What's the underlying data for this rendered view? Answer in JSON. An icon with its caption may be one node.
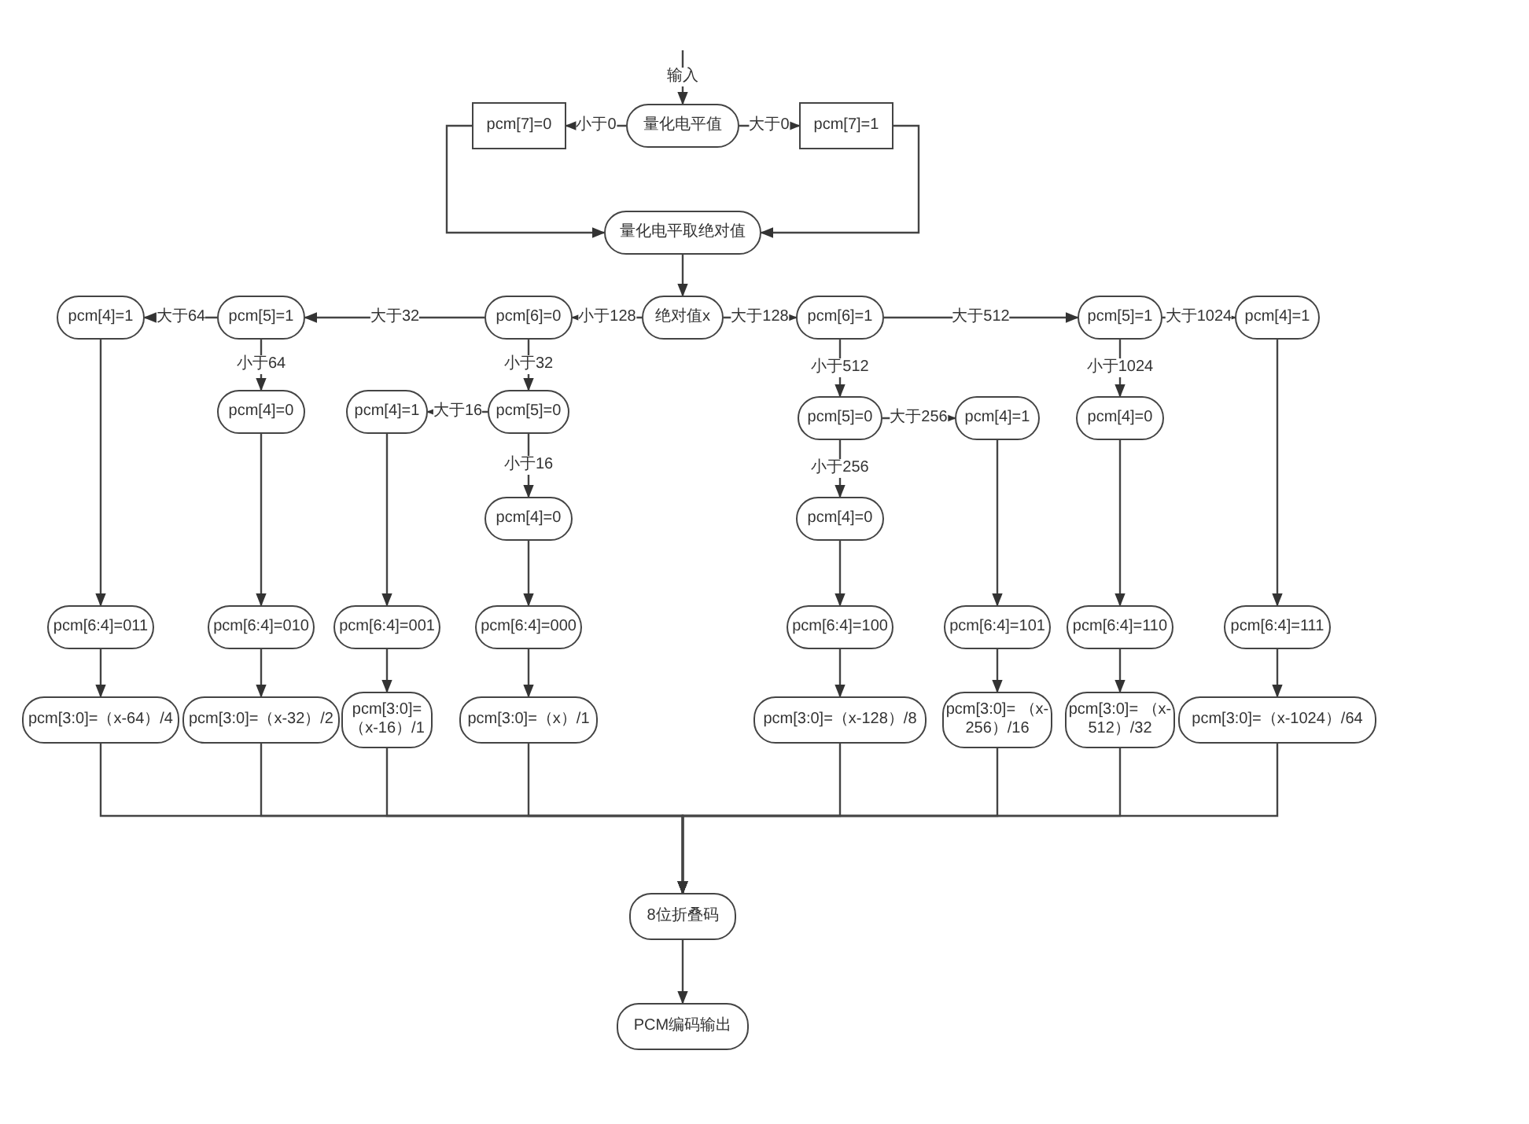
{
  "diagram": {
    "nodes": [
      {
        "text": [
          "量化电平值"
        ]
      },
      {
        "text": [
          "pcm[7]=0"
        ]
      },
      {
        "text": [
          "pcm[7]=1"
        ]
      },
      {
        "text": [
          "量化电平取绝对值"
        ]
      },
      {
        "text": [
          "pcm[4]=1"
        ]
      },
      {
        "text": [
          "pcm[5]=1"
        ]
      },
      {
        "text": [
          "pcm[6]=0"
        ]
      },
      {
        "text": [
          "绝对值x"
        ]
      },
      {
        "text": [
          "pcm[6]=1"
        ]
      },
      {
        "text": [
          "pcm[5]=1"
        ]
      },
      {
        "text": [
          "pcm[4]=1"
        ]
      },
      {
        "text": [
          "pcm[4]=0"
        ]
      },
      {
        "text": [
          "pcm[4]=1"
        ]
      },
      {
        "text": [
          "pcm[5]=0"
        ]
      },
      {
        "text": [
          "pcm[5]=0"
        ]
      },
      {
        "text": [
          "pcm[4]=1"
        ]
      },
      {
        "text": [
          "pcm[4]=0"
        ]
      },
      {
        "text": [
          "pcm[4]=0"
        ]
      },
      {
        "text": [
          "pcm[4]=0"
        ]
      },
      {
        "text": [
          "pcm[6:4]=011"
        ]
      },
      {
        "text": [
          "pcm[6:4]=010"
        ]
      },
      {
        "text": [
          "pcm[6:4]=001"
        ]
      },
      {
        "text": [
          "pcm[6:4]=000"
        ]
      },
      {
        "text": [
          "pcm[6:4]=100"
        ]
      },
      {
        "text": [
          "pcm[6:4]=101"
        ]
      },
      {
        "text": [
          "pcm[6:4]=110"
        ]
      },
      {
        "text": [
          "pcm[6:4]=111"
        ]
      },
      {
        "text": [
          "pcm[3:0]=（x-64）/4"
        ]
      },
      {
        "text": [
          "pcm[3:0]=（x-32）/2"
        ]
      },
      {
        "text": [
          "pcm[3:0]= （x-16）/1"
        ]
      },
      {
        "text": [
          "pcm[3:0]=（x）/1"
        ]
      },
      {
        "text": [
          "pcm[3:0]=（x-128）/8"
        ]
      },
      {
        "text": [
          "pcm[3:0]= （x-256）/16"
        ]
      },
      {
        "text": [
          "pcm[3:0]= （x-512）/32"
        ]
      },
      {
        "text": [
          "pcm[3:0]=（x-1024）/64"
        ]
      },
      {
        "text": [
          "8位折叠码"
        ]
      },
      {
        "text": [
          "PCM编码输出"
        ]
      }
    ],
    "edges": [
      {
        "from": null,
        "to": 0,
        "arrow": "to",
        "label": "输入"
      },
      {
        "from": 0,
        "to": 1,
        "arrow": "to",
        "label": "小于0"
      },
      {
        "from": 0,
        "to": 2,
        "arrow": "to",
        "label": "大于0"
      },
      {
        "from": 1,
        "to": 3,
        "arrow": "to"
      },
      {
        "from": 2,
        "to": 3,
        "arrow": "to"
      },
      {
        "from": 3,
        "to": 7,
        "arrow": "to"
      },
      {
        "from": 7,
        "to": 6,
        "arrow": "to",
        "label": "小于128"
      },
      {
        "from": 7,
        "to": 8,
        "arrow": "to",
        "label": "大于128"
      },
      {
        "from": 6,
        "to": 5,
        "arrow": "to",
        "label": "大于32"
      },
      {
        "from": 5,
        "to": 4,
        "arrow": "to",
        "label": "大于64"
      },
      {
        "from": 5,
        "to": 11,
        "arrow": "to",
        "label": "小于64"
      },
      {
        "from": 6,
        "to": 13,
        "arrow": "to",
        "label": "小于32"
      },
      {
        "from": 13,
        "to": 12,
        "arrow": "to",
        "label": "大于16"
      },
      {
        "from": 13,
        "to": 17,
        "arrow": "to",
        "label": "小于16"
      },
      {
        "from": 8,
        "to": 9,
        "arrow": "to",
        "label": "大于512"
      },
      {
        "from": 8,
        "to": 14,
        "arrow": "to",
        "label": "小于512"
      },
      {
        "from": 14,
        "to": 15,
        "arrow": "to",
        "label": "大于256"
      },
      {
        "from": 14,
        "to": 18,
        "arrow": "to",
        "label": "小于256"
      },
      {
        "from": 9,
        "to": 16,
        "arrow": "to",
        "label": "小于1024"
      },
      {
        "from": 9,
        "to": 10,
        "arrow": "to",
        "label": "大于1024"
      },
      {
        "from": 4,
        "to": 19,
        "arrow": "to"
      },
      {
        "from": 11,
        "to": 20,
        "arrow": "to"
      },
      {
        "from": 12,
        "to": 21,
        "arrow": "to"
      },
      {
        "from": 17,
        "to": 22,
        "arrow": "to"
      },
      {
        "from": 18,
        "to": 23,
        "arrow": "to"
      },
      {
        "from": 15,
        "to": 24,
        "arrow": "to"
      },
      {
        "from": 16,
        "to": 25,
        "arrow": "to"
      },
      {
        "from": 10,
        "to": 26,
        "arrow": "to"
      },
      {
        "from": 19,
        "to": 27,
        "arrow": "to"
      },
      {
        "from": 20,
        "to": 28,
        "arrow": "to"
      },
      {
        "from": 21,
        "to": 29,
        "arrow": "to"
      },
      {
        "from": 22,
        "to": 30,
        "arrow": "to"
      },
      {
        "from": 23,
        "to": 31,
        "arrow": "to"
      },
      {
        "from": 24,
        "to": 32,
        "arrow": "to"
      },
      {
        "from": 25,
        "to": 33,
        "arrow": "to"
      },
      {
        "from": 26,
        "to": 34,
        "arrow": "to"
      },
      {
        "from": 27,
        "to": 35,
        "arrow": "to"
      },
      {
        "from": 28,
        "to": 35,
        "arrow": "to"
      },
      {
        "from": 29,
        "to": 35,
        "arrow": "to"
      },
      {
        "from": 30,
        "to": 35,
        "arrow": "to"
      },
      {
        "from": 31,
        "to": 35,
        "arrow": "to"
      },
      {
        "from": 32,
        "to": 35,
        "arrow": "to"
      },
      {
        "from": 33,
        "to": 35,
        "arrow": "to"
      },
      {
        "from": 34,
        "to": 35,
        "arrow": "to"
      },
      {
        "from": 35,
        "to": 36,
        "arrow": "to"
      }
    ]
  }
}
